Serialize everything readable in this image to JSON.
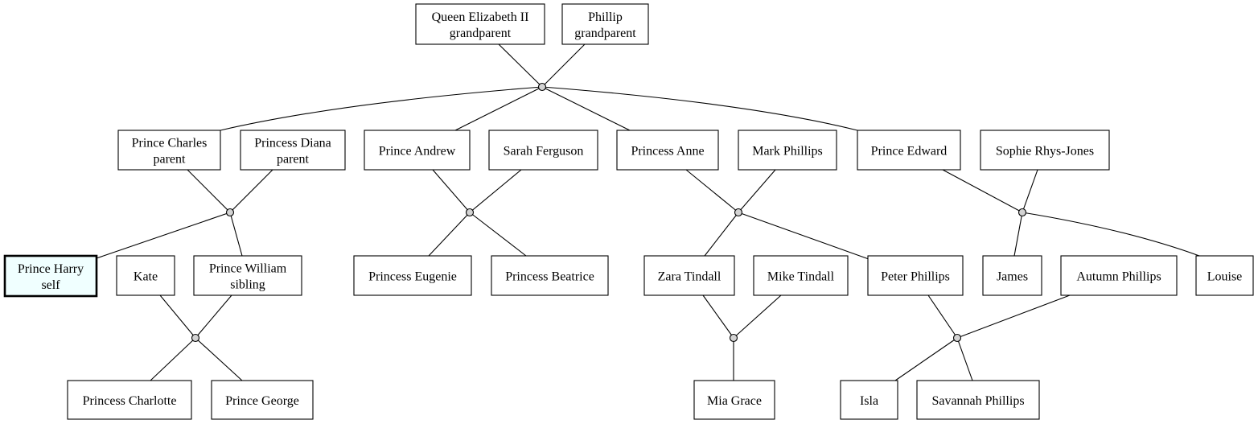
{
  "people": [
    {
      "id": "qe2",
      "name": "Queen Elizabeth II",
      "role": "grandparent"
    },
    {
      "id": "phillip",
      "name": "Phillip",
      "role": "grandparent"
    },
    {
      "id": "charles",
      "name": "Prince Charles",
      "role": "parent"
    },
    {
      "id": "diana",
      "name": "Princess Diana",
      "role": "parent"
    },
    {
      "id": "andrew",
      "name": "Prince Andrew",
      "role": ""
    },
    {
      "id": "sarah",
      "name": "Sarah Ferguson",
      "role": ""
    },
    {
      "id": "anne",
      "name": "Princess Anne",
      "role": ""
    },
    {
      "id": "mark",
      "name": "Mark Phillips",
      "role": ""
    },
    {
      "id": "edward",
      "name": "Prince Edward",
      "role": ""
    },
    {
      "id": "sophie",
      "name": "Sophie Rhys-Jones",
      "role": ""
    },
    {
      "id": "harry",
      "name": "Prince Harry",
      "role": "self",
      "highlight": true
    },
    {
      "id": "kate",
      "name": "Kate",
      "role": ""
    },
    {
      "id": "william",
      "name": "Prince William",
      "role": "sibling"
    },
    {
      "id": "eugenie",
      "name": "Princess Eugenie",
      "role": ""
    },
    {
      "id": "beatrice",
      "name": "Princess Beatrice",
      "role": ""
    },
    {
      "id": "zara",
      "name": "Zara Tindall",
      "role": ""
    },
    {
      "id": "mike",
      "name": "Mike Tindall",
      "role": ""
    },
    {
      "id": "peter",
      "name": "Peter Phillips",
      "role": ""
    },
    {
      "id": "james",
      "name": "James",
      "role": ""
    },
    {
      "id": "autumn",
      "name": "Autumn Phillips",
      "role": ""
    },
    {
      "id": "louise",
      "name": "Louise",
      "role": ""
    },
    {
      "id": "charlotte",
      "name": "Princess Charlotte",
      "role": ""
    },
    {
      "id": "george",
      "name": "Prince George",
      "role": ""
    },
    {
      "id": "mia",
      "name": "Mia Grace",
      "role": ""
    },
    {
      "id": "isla",
      "name": "Isla",
      "role": ""
    },
    {
      "id": "savannah",
      "name": "Savannah Phillips",
      "role": ""
    }
  ],
  "unions": [
    {
      "id": "u1",
      "partners": [
        "qe2",
        "phillip"
      ],
      "children": [
        "charles",
        "andrew",
        "anne",
        "edward"
      ]
    },
    {
      "id": "u2",
      "partners": [
        "charles",
        "diana"
      ],
      "children": [
        "harry",
        "william"
      ]
    },
    {
      "id": "u3",
      "partners": [
        "andrew",
        "sarah"
      ],
      "children": [
        "eugenie",
        "beatrice"
      ]
    },
    {
      "id": "u4",
      "partners": [
        "anne",
        "mark"
      ],
      "children": [
        "zara",
        "peter"
      ]
    },
    {
      "id": "u5",
      "partners": [
        "edward",
        "sophie"
      ],
      "children": [
        "james",
        "louise"
      ]
    },
    {
      "id": "u6",
      "partners": [
        "kate",
        "william"
      ],
      "children": [
        "charlotte",
        "george"
      ]
    },
    {
      "id": "u7",
      "partners": [
        "zara",
        "mike"
      ],
      "children": [
        "mia"
      ]
    },
    {
      "id": "u8",
      "partners": [
        "peter",
        "autumn"
      ],
      "children": [
        "isla",
        "savannah"
      ]
    }
  ]
}
